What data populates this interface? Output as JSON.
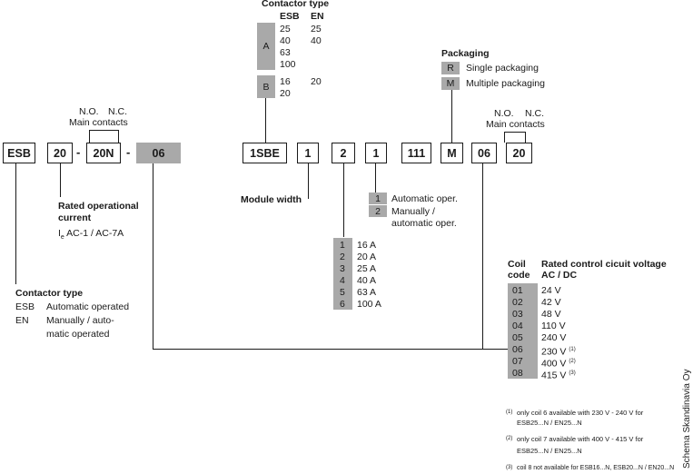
{
  "code": {
    "esb": "ESB",
    "rated": "20",
    "dash1": "-",
    "contacts": "20N",
    "dash2": "-",
    "coil": "06",
    "prefix": "1SBE",
    "module": "1",
    "current": "2",
    "operation": "1",
    "series": "111",
    "packaging": "M",
    "coil2": "06",
    "contacts2": "20"
  },
  "contactor_type_top": {
    "title": "Contactor type",
    "col_esb": "ESB",
    "col_en": "EN",
    "group_a": {
      "code": "A",
      "esb": [
        "25",
        "40",
        "63",
        "100"
      ],
      "en": [
        "25",
        "40",
        "",
        ""
      ]
    },
    "group_b": {
      "code": "B",
      "esb": [
        "16",
        "20"
      ],
      "en": [
        "20",
        ""
      ]
    }
  },
  "packaging": {
    "title": "Packaging",
    "items": [
      {
        "code": "R",
        "label": "Single packaging"
      },
      {
        "code": "M",
        "label": "Multiple packaging"
      }
    ]
  },
  "main_contacts_left": {
    "no": "N.O.",
    "nc": "N.C.",
    "label": "Main contacts"
  },
  "main_contacts_right": {
    "no": "N.O.",
    "nc": "N.C.",
    "label": "Main contacts"
  },
  "rated_current": {
    "title_line1": "Rated operational",
    "title_line2": "current",
    "sub_prefix": "I",
    "sub_subscript": "e",
    "sub_rest": " AC-1 / AC-7A"
  },
  "module_width": {
    "title": "Module width"
  },
  "operation": {
    "items": [
      {
        "code": "1",
        "line1": "Automatic oper.",
        "line2": ""
      },
      {
        "code": "2",
        "line1": "Manually /",
        "line2": "automatic oper."
      }
    ]
  },
  "currents": {
    "items": [
      {
        "code": "1",
        "label": "16 A"
      },
      {
        "code": "2",
        "label": "20 A"
      },
      {
        "code": "3",
        "label": "25 A"
      },
      {
        "code": "4",
        "label": "40 A"
      },
      {
        "code": "5",
        "label": "63 A"
      },
      {
        "code": "6",
        "label": "100 A"
      }
    ]
  },
  "contactor_type_bottom": {
    "title": "Contactor type",
    "esb_code": "ESB",
    "esb_label": "Automatic operated",
    "en_code": "EN",
    "en_line1": "Manually / auto-",
    "en_line2": "matic operated"
  },
  "coil_table": {
    "head_code_1": "Coil",
    "head_code_2": "code",
    "head_volt_1": "Rated control cicuit voltage",
    "head_volt_2": "AC / DC",
    "rows": [
      {
        "code": "01",
        "voltage": "24 V",
        "note": ""
      },
      {
        "code": "02",
        "voltage": "42 V",
        "note": ""
      },
      {
        "code": "03",
        "voltage": "48 V",
        "note": ""
      },
      {
        "code": "04",
        "voltage": "110 V",
        "note": ""
      },
      {
        "code": "05",
        "voltage": "240 V",
        "note": ""
      },
      {
        "code": "06",
        "voltage": "230 V",
        "note": "(1)"
      },
      {
        "code": "07",
        "voltage": "400 V",
        "note": "(2)"
      },
      {
        "code": "08",
        "voltage": "415 V",
        "note": "(3)"
      }
    ]
  },
  "footnotes": [
    {
      "mark": "(1)",
      "line1": "only coil 6 available with 230 V - 240 V for",
      "line2": "ESB25...N / EN25...N"
    },
    {
      "mark": "(2)",
      "line1": "only coil 7 available with 400 V - 415 V for",
      "line2": "ESB25...N / EN25...N"
    },
    {
      "mark": "(3)",
      "line1": "coil 8 not available for ESB16...N, ESB20...N / EN20...N",
      "line2": ""
    }
  ],
  "credit": "Schema Skandinavia Oy"
}
